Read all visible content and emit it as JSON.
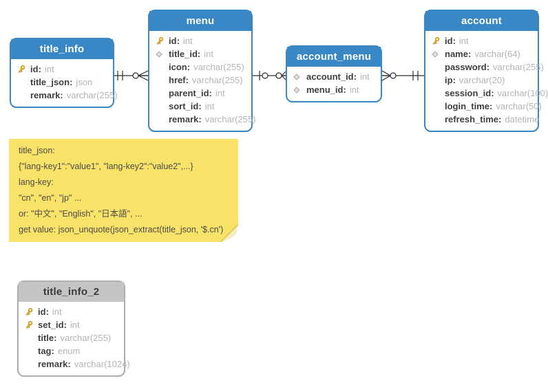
{
  "colors": {
    "header-blue": "#3a87c5",
    "table-blue-border": "#3a87c5",
    "header-gray": "#c4c4c4",
    "table-gray-border": "#aeaeae",
    "note-yellow": "#f9e268",
    "line-color": "#2b2b2b",
    "field-name": "#3f3f3f",
    "field-type": "#b3b3b3",
    "note-text": "#4b4b4b",
    "key-gold": "#f2c23d",
    "fk-fill": "#dedede"
  },
  "diagram": {
    "tables": {
      "title_info": {
        "title": "title_info",
        "fields": [
          {
            "icon": "key",
            "name": "id",
            "type": "int"
          },
          {
            "icon": "none",
            "name": "title_json",
            "type": "json"
          },
          {
            "icon": "none",
            "name": "remark",
            "type": "varchar(255)"
          }
        ]
      },
      "menu": {
        "title": "menu",
        "fields": [
          {
            "icon": "key",
            "name": "id",
            "type": "int"
          },
          {
            "icon": "fk",
            "name": "title_id",
            "type": "int"
          },
          {
            "icon": "none",
            "name": "icon",
            "type": "varchar(255)"
          },
          {
            "icon": "none",
            "name": "href",
            "type": "varchar(255)"
          },
          {
            "icon": "none",
            "name": "parent_id",
            "type": "int"
          },
          {
            "icon": "none",
            "name": "sort_id",
            "type": "int"
          },
          {
            "icon": "none",
            "name": "remark",
            "type": "varchar(255)"
          }
        ]
      },
      "account_menu": {
        "title": "account_menu",
        "fields": [
          {
            "icon": "fk",
            "name": "account_id",
            "type": "int"
          },
          {
            "icon": "fk",
            "name": "menu_id",
            "type": "int"
          }
        ]
      },
      "account": {
        "title": "account",
        "fields": [
          {
            "icon": "key",
            "name": "id",
            "type": "int"
          },
          {
            "icon": "fk",
            "name": "name",
            "type": "varchar(64)"
          },
          {
            "icon": "none",
            "name": "password",
            "type": "varchar(255)"
          },
          {
            "icon": "none",
            "name": "ip",
            "type": "varchar(20)"
          },
          {
            "icon": "none",
            "name": "session_id",
            "type": "varchar(100)"
          },
          {
            "icon": "none",
            "name": "login_time",
            "type": "varchar(50)"
          },
          {
            "icon": "none",
            "name": "refresh_time",
            "type": "datetime"
          }
        ]
      },
      "title_info_2": {
        "title": "title_info_2",
        "fields": [
          {
            "icon": "key",
            "name": "id",
            "type": "int"
          },
          {
            "icon": "key",
            "name": "set_id",
            "type": "int"
          },
          {
            "icon": "none",
            "name": "title",
            "type": "varchar(255)"
          },
          {
            "icon": "none",
            "name": "tag",
            "type": "enum"
          },
          {
            "icon": "none",
            "name": "remark",
            "type": "varchar(1024)"
          }
        ]
      }
    },
    "relationships": [
      {
        "from": "title_info",
        "to": "menu",
        "from_cardinality": "one-and-only-one",
        "to_cardinality": "zero-or-many"
      },
      {
        "from": "menu",
        "to": "account_menu",
        "from_cardinality": "zero-or-one",
        "to_cardinality": "zero-or-many"
      },
      {
        "from": "account_menu",
        "to": "account",
        "from_cardinality": "zero-or-many",
        "to_cardinality": "one-and-only-one"
      }
    ],
    "note": {
      "lines": [
        "title_json:",
        "{\"lang-key1\":\"value1\", \"lang-key2\":\"value2\",...}",
        "lang-key:",
        "\"cn\", \"en\", \"jp\" ...",
        "or: \"中文\", \"English\", \"日本語\", ...",
        "get value: json_unquote(json_extract(title_json, '$.cn')"
      ]
    }
  }
}
